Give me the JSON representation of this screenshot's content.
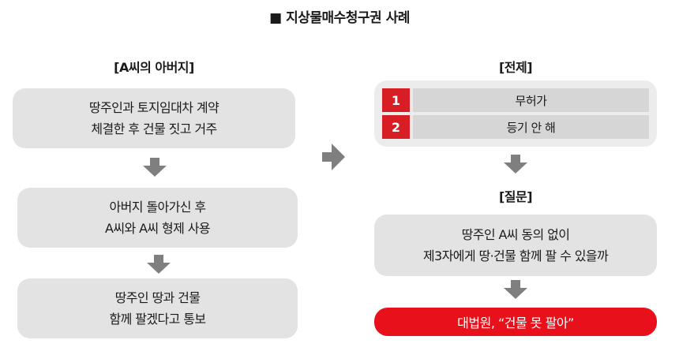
{
  "title": "■ 지상물매수청구권 사례",
  "left": {
    "heading": "[A씨의 아버지]",
    "steps": [
      {
        "line1": "땅주인과 토지임대차 계약",
        "line2": "체결한 후 건물 짓고 거주"
      },
      {
        "line1": "아버지 돌아가신 후",
        "line2": "A씨와 A씨 형제 사용"
      },
      {
        "line1": "땅주인 땅과 건물",
        "line2": "함께 팔겠다고 통보"
      }
    ]
  },
  "right": {
    "premise_heading": "[전제]",
    "premises": [
      {
        "num": "1",
        "text": "무허가"
      },
      {
        "num": "2",
        "text": "등기 안 해"
      }
    ],
    "question_heading": "[질문]",
    "question": {
      "line1": "땅주인 A씨 동의 없이",
      "line2": "제3자에게 땅·건물 함께 팔 수 있을까"
    },
    "answer": "대법원, “건물 못 팔아”"
  },
  "colors": {
    "accent": "#e8101a",
    "box": "#e3e3e3",
    "arrow": "#7f7f7f"
  }
}
